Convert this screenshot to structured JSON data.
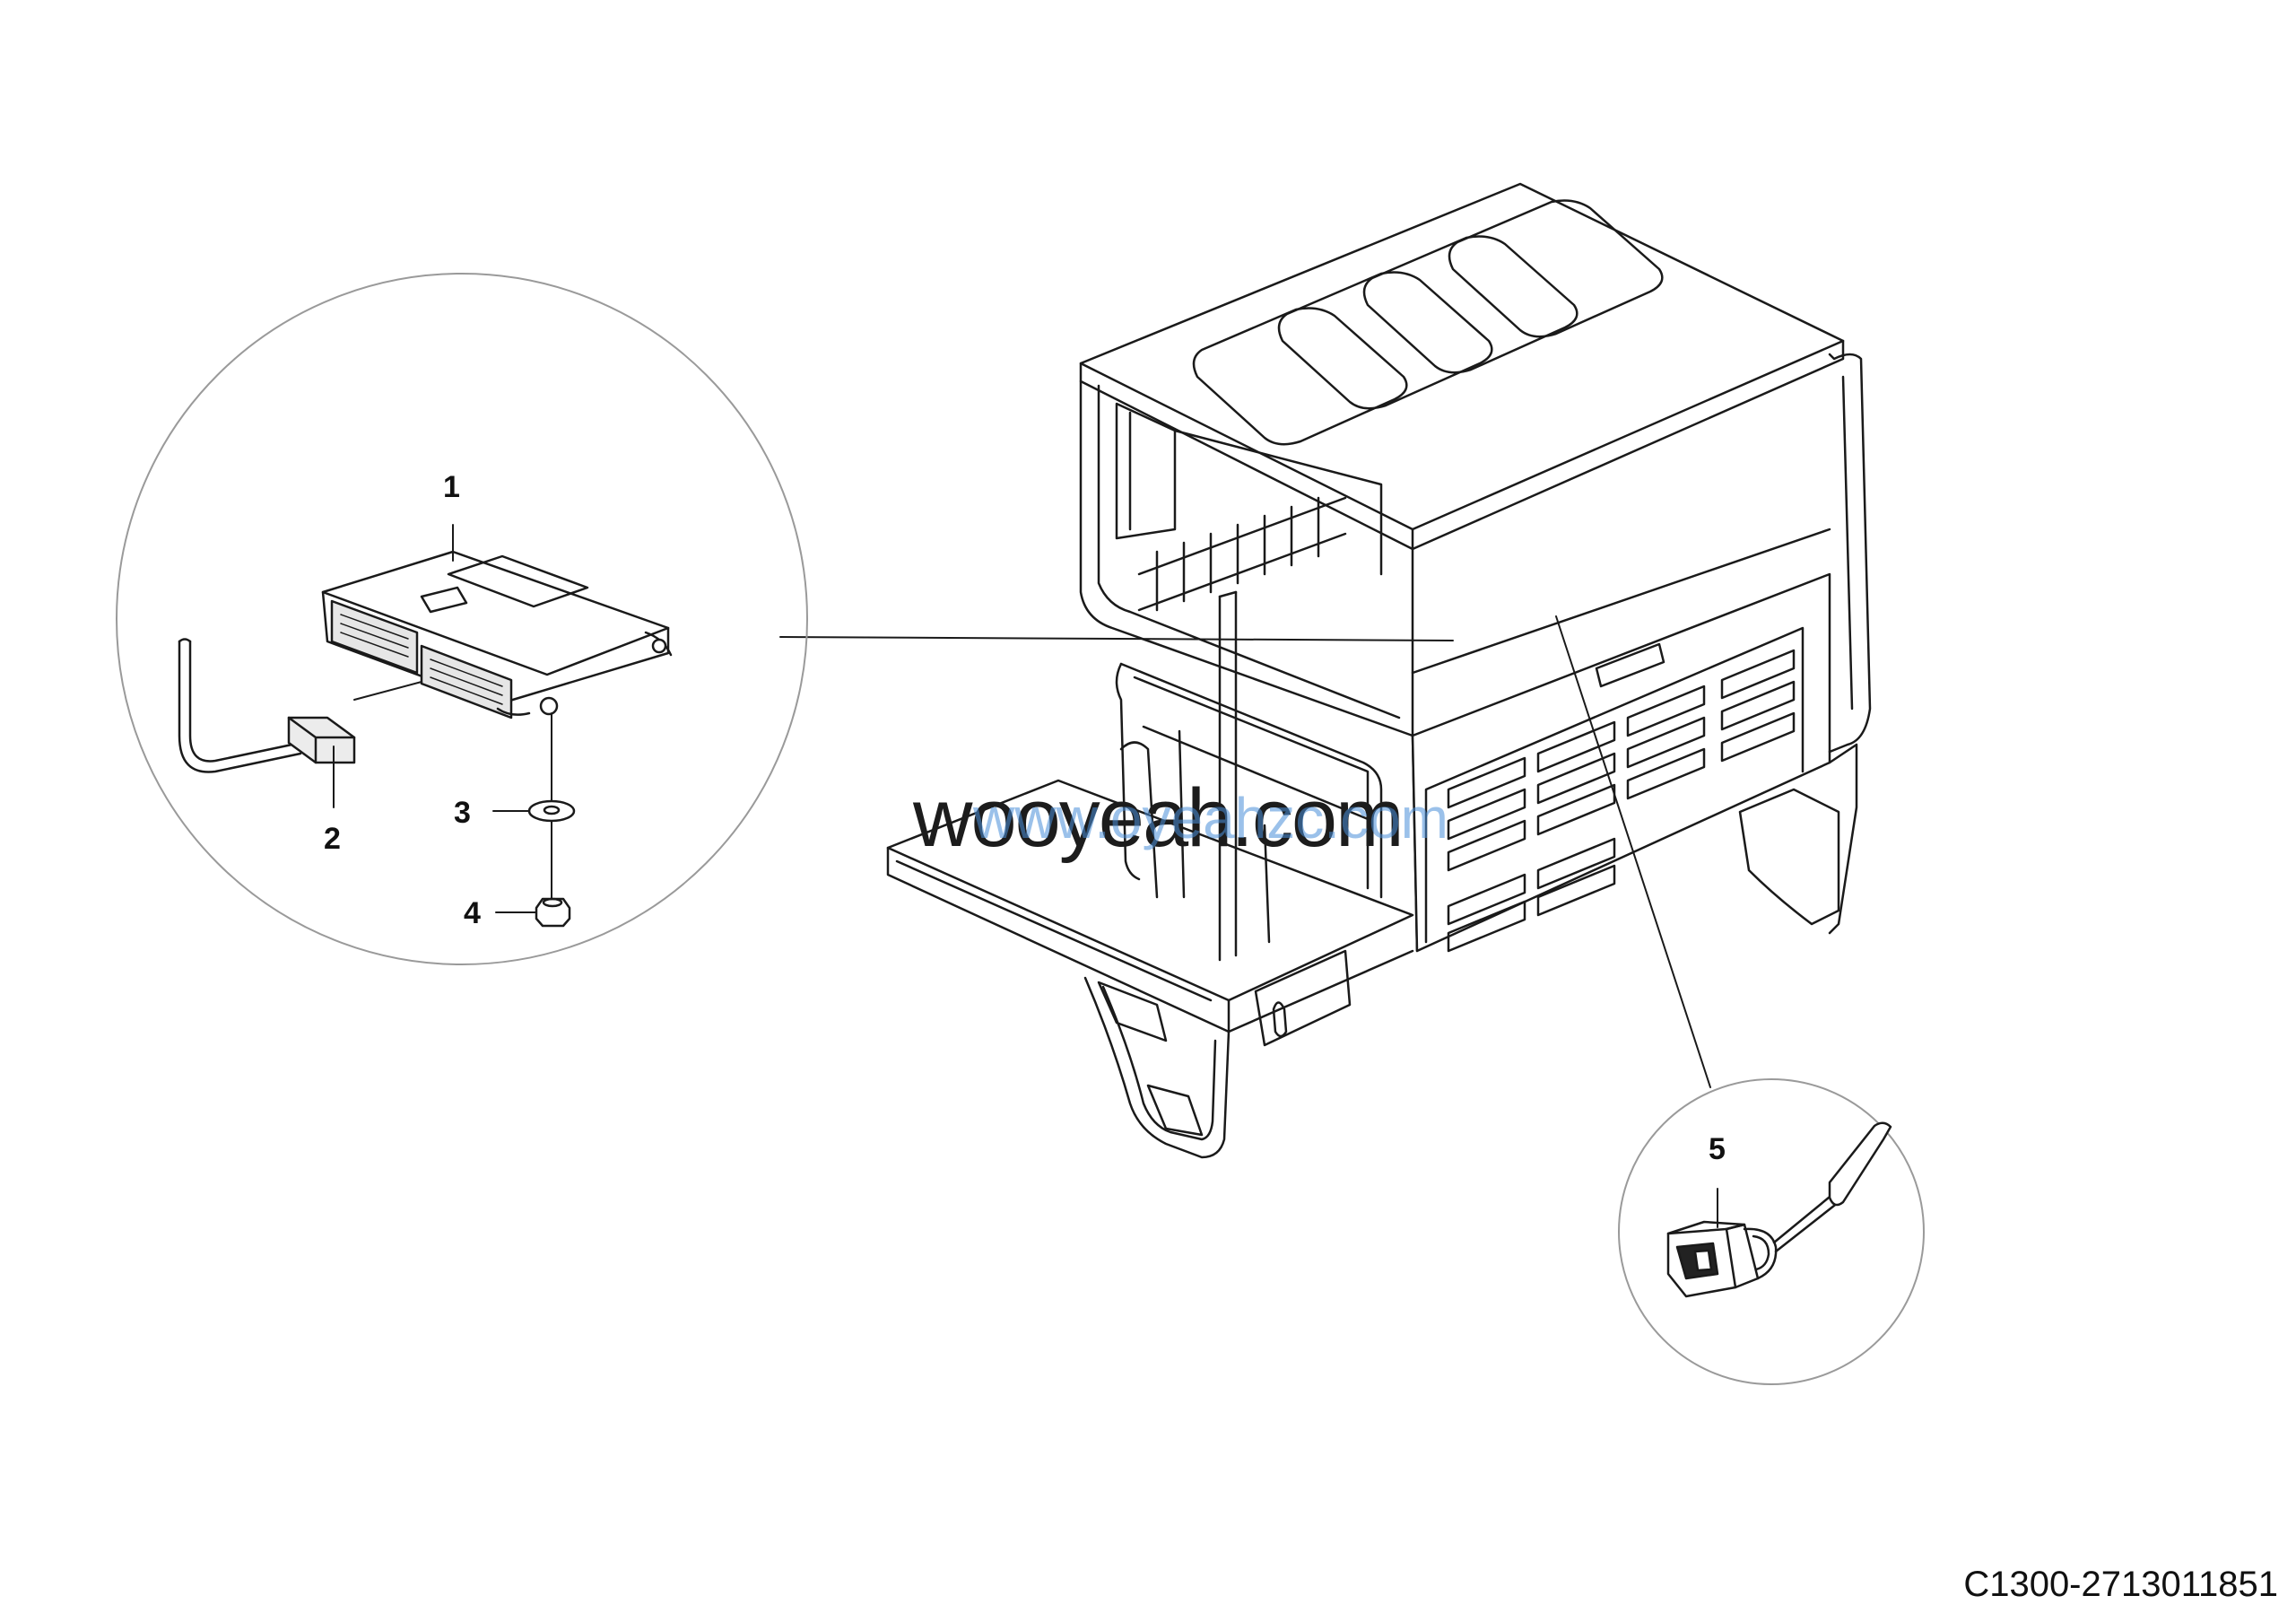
{
  "callouts": {
    "c1": "1",
    "c2": "2",
    "c3": "3",
    "c4": "4",
    "c5": "5"
  },
  "watermark": {
    "text": "wooyeah.com",
    "overlay_text": "www.oyeahzc.com"
  },
  "document_id": "C1300-2713011851",
  "colors": {
    "line": "#1a1a1a",
    "detail_fill": "#f4f4f4",
    "circle_stroke": "#9a9a9a",
    "watermark_overlay": "#4a90d9"
  }
}
